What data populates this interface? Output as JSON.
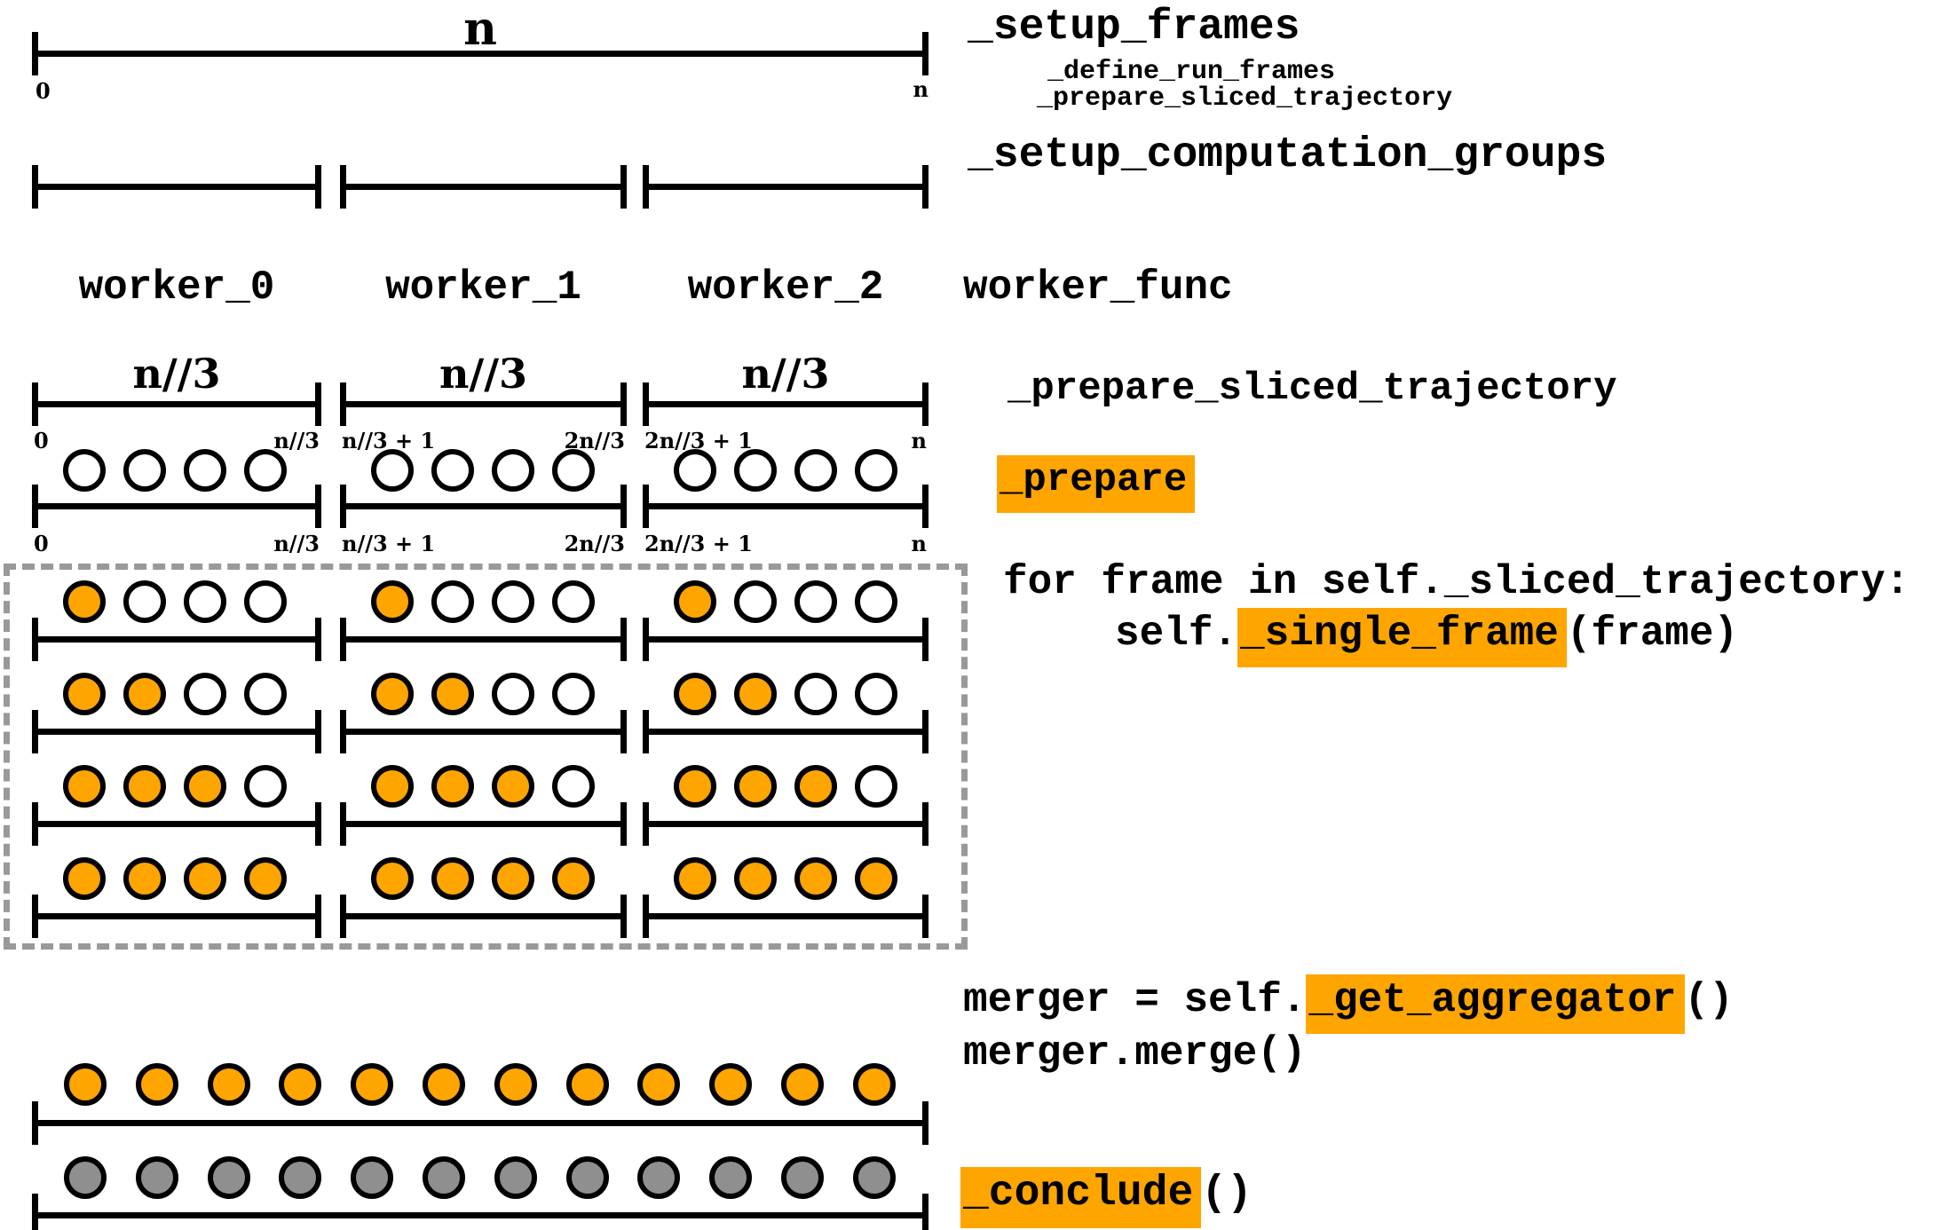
{
  "colors": {
    "frame_fill_orange": "#FFA500",
    "frame_fill_gray": "#8F8F8F",
    "frame_fill_white": "#FFFFFF",
    "stroke_black": "#000000",
    "box_border_gray": "#999999",
    "highlight_orange": "#FFA500"
  },
  "top": {
    "ruler_label": "n",
    "tick_start": "0",
    "tick_end": "n",
    "setup_frames": "_setup_frames",
    "sub_line_1": "_define_run_frames",
    "sub_line_2": "_prepare_sliced_trajectory",
    "setup_computation_groups": "_setup_computation_groups"
  },
  "workers": {
    "labels": [
      "worker_0",
      "worker_1",
      "worker_2"
    ],
    "func_label": "worker_func",
    "size_labels": [
      "n//3",
      "n//3",
      "n//3"
    ],
    "tick_labels": [
      {
        "start": "0",
        "end": "n//3"
      },
      {
        "start": "n//3 + 1",
        "end": "2n//3"
      },
      {
        "start": "2n//3 + 1",
        "end": "n"
      }
    ],
    "frames_per_worker": 4
  },
  "prepare_section": {
    "title": "_prepare_sliced_trajectory",
    "highlight": "_prepare"
  },
  "loop_section": {
    "line1": "for frame in self._sliced_trajectory:",
    "line2_pre": "self.",
    "line2_highlight": "_single_frame",
    "line2_post": "(frame)",
    "progress_filled_per_row": [
      1,
      2,
      3,
      4
    ]
  },
  "merge_section": {
    "line1_pre": "merger = self.",
    "line1_highlight": "_get_aggregator",
    "line1_post": "()",
    "line2": "merger.merge()",
    "merged_frame_count": 12
  },
  "conclude_section": {
    "highlight": "_conclude",
    "post": "()",
    "concluded_frame_count": 12
  }
}
